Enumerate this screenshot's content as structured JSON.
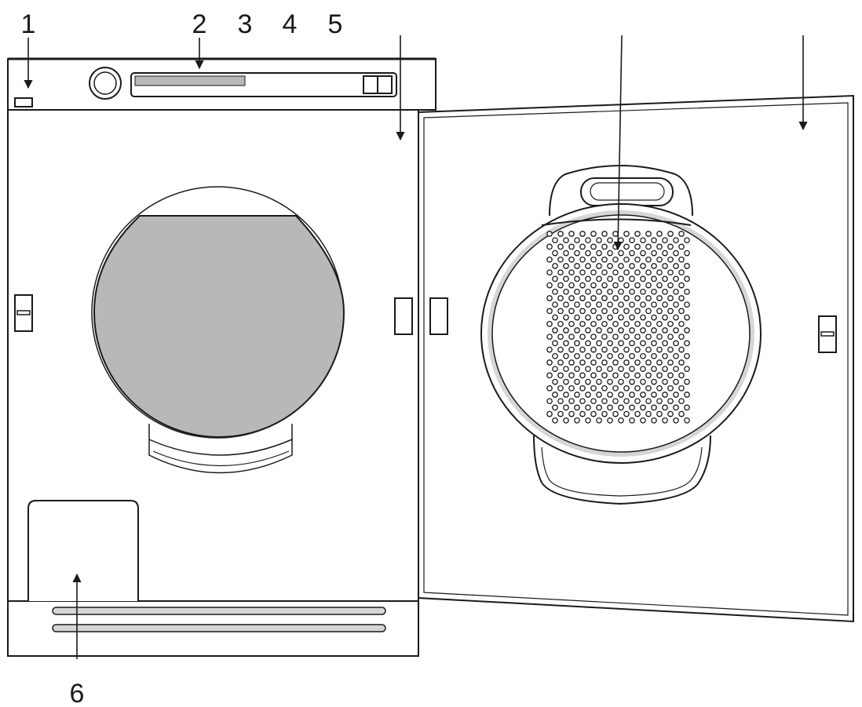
{
  "labels": {
    "n1": "1",
    "n2": "2",
    "n3": "3",
    "n4": "4",
    "n5": "5",
    "n6": "6"
  },
  "colors": {
    "outline": "#1a1a1a",
    "shade": "#b8b8b8",
    "light_shade": "#d6d6d6",
    "paper": "#ffffff"
  }
}
